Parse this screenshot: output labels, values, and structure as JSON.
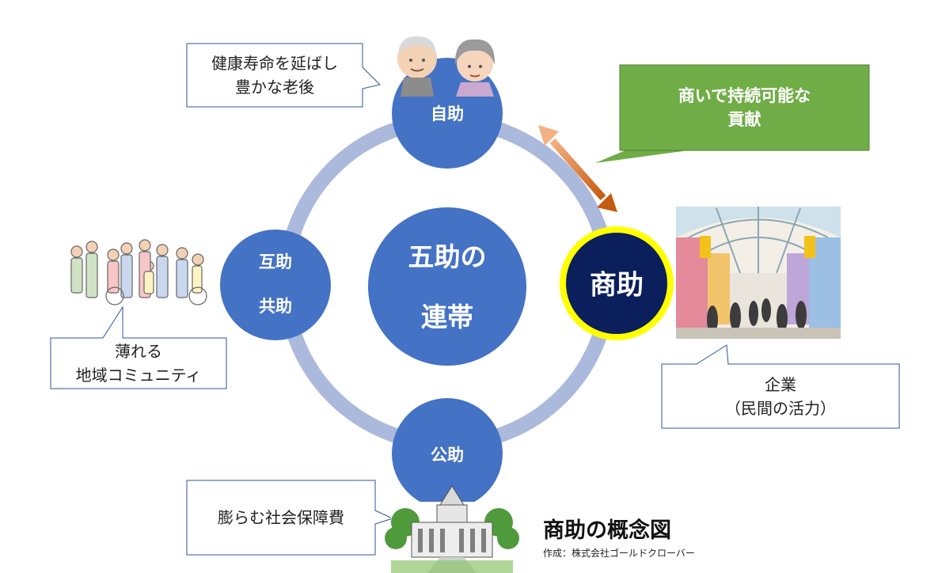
{
  "center": {
    "line1": "五助の",
    "line2": "連帯"
  },
  "nodes": {
    "self_help": "自助",
    "mutual_help_1": "互助",
    "mutual_help_2": "共助",
    "public_help": "公助",
    "commerce_help": "商助"
  },
  "callouts": {
    "elderly": {
      "line1": "健康寿命を延ばし",
      "line2": "豊かな老後"
    },
    "community": {
      "line1": "薄れる",
      "line2": "地域コミュニティ"
    },
    "company": {
      "line1": "企業",
      "line2": "（民間の活力）"
    },
    "social_cost": {
      "line1": "膨らむ社会保障費"
    }
  },
  "banner": {
    "line1": "商いで持続可能な",
    "line2": "貢献"
  },
  "footer": {
    "title": "商助の概念図",
    "credit": "作成：株式会社ゴールドクローバー"
  },
  "colors": {
    "node_blue": "#4472c4",
    "ring": "#aab9dc",
    "commerce_navy": "#0a1f5c",
    "commerce_outline": "#ffff00",
    "banner_green": "#70ad47",
    "arrow": "#ed7d31"
  },
  "icons": [
    "elderly-couple-icon",
    "community-group-icon",
    "shopping-arcade-icon",
    "diet-building-icon"
  ]
}
